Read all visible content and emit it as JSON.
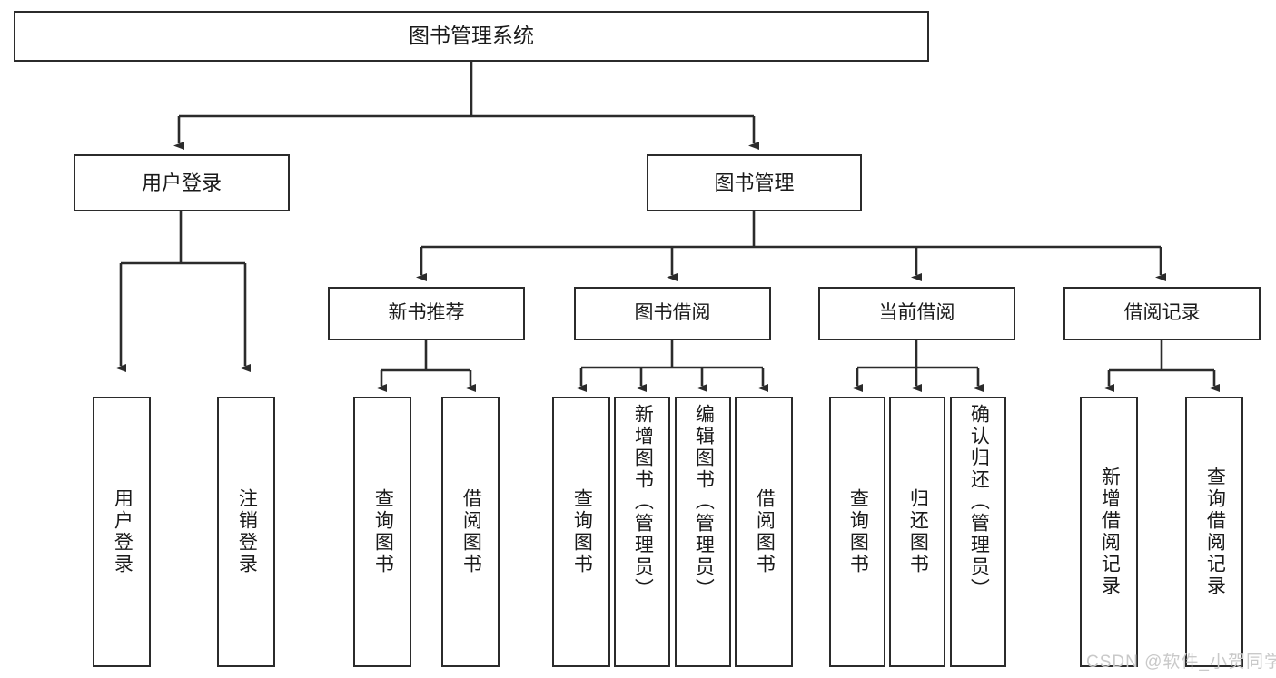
{
  "diagram": {
    "title": "图书管理系统",
    "type": "hierarchy-tree",
    "levels": 4,
    "nodes": {
      "root": {
        "label": "图书管理系统"
      },
      "level2": [
        {
          "id": "user-login",
          "label": "用户登录"
        },
        {
          "id": "book-management",
          "label": "图书管理"
        }
      ],
      "level3": [
        {
          "id": "new-book-recommend",
          "label": "新书推荐",
          "parent": "book-management"
        },
        {
          "id": "book-borrow",
          "label": "图书借阅",
          "parent": "book-management"
        },
        {
          "id": "current-borrow",
          "label": "当前借阅",
          "parent": "book-management"
        },
        {
          "id": "borrow-record",
          "label": "借阅记录",
          "parent": "book-management"
        }
      ],
      "leaves": [
        {
          "id": "leaf-user-login",
          "label": "用户登录",
          "parent": "user-login"
        },
        {
          "id": "leaf-logout-login",
          "label": "注销登录",
          "parent": "user-login"
        },
        {
          "id": "leaf-query-book-1",
          "label": "查询图书",
          "parent": "new-book-recommend"
        },
        {
          "id": "leaf-borrow-book-1",
          "label": "借阅图书",
          "parent": "new-book-recommend"
        },
        {
          "id": "leaf-query-book-2",
          "label": "查询图书",
          "parent": "book-borrow"
        },
        {
          "id": "leaf-add-book",
          "label": "新增图书（管理员）",
          "parent": "book-borrow"
        },
        {
          "id": "leaf-edit-book",
          "label": "编辑图书（管理员）",
          "parent": "book-borrow"
        },
        {
          "id": "leaf-borrow-book-2",
          "label": "借阅图书",
          "parent": "book-borrow"
        },
        {
          "id": "leaf-query-book-3",
          "label": "查询图书",
          "parent": "current-borrow"
        },
        {
          "id": "leaf-return-book",
          "label": "归还图书",
          "parent": "current-borrow"
        },
        {
          "id": "leaf-confirm-return",
          "label": "确认归还（管理员）",
          "parent": "current-borrow"
        },
        {
          "id": "leaf-add-record",
          "label": "新增借阅记录",
          "parent": "borrow-record"
        },
        {
          "id": "leaf-query-record",
          "label": "查询借阅记录",
          "parent": "borrow-record"
        }
      ]
    }
  },
  "watermark": {
    "text": "CSDN @软件_小贺同学"
  },
  "colors": {
    "stroke": "#2b2b2b",
    "box_fill": "#ffffff",
    "text": "#1a1a1a",
    "watermark": "#c9c9c9",
    "background": "#ffffff"
  }
}
